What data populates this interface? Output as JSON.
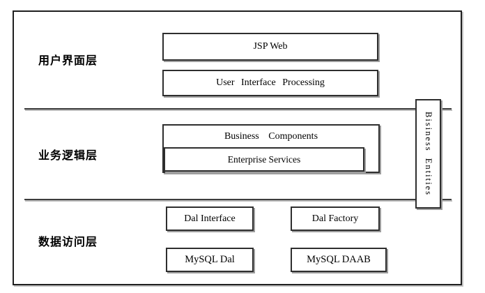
{
  "diagram": {
    "layers": [
      {
        "label": "用户界面层"
      },
      {
        "label": "业务逻辑层"
      },
      {
        "label": "数据访问层"
      }
    ],
    "boxes": {
      "jsp_web": "JSP Web",
      "user_interface_processing": "User Interface Processing",
      "business_components": "Business Components",
      "enterprise_services": "Enterprise Services",
      "business_entities": "Bisiness Entities",
      "dal_interface": "Dal Interface",
      "dal_factory": "Dal Factory",
      "mysql_dal": "MySQL Dal",
      "mysql_daab": "MySQL DAAB"
    },
    "colors": {
      "background": "#ffffff",
      "border": "#2e2e2e",
      "shadow": "#9e9e9e",
      "divider": "#3c3c3c",
      "text": "#000000"
    }
  }
}
